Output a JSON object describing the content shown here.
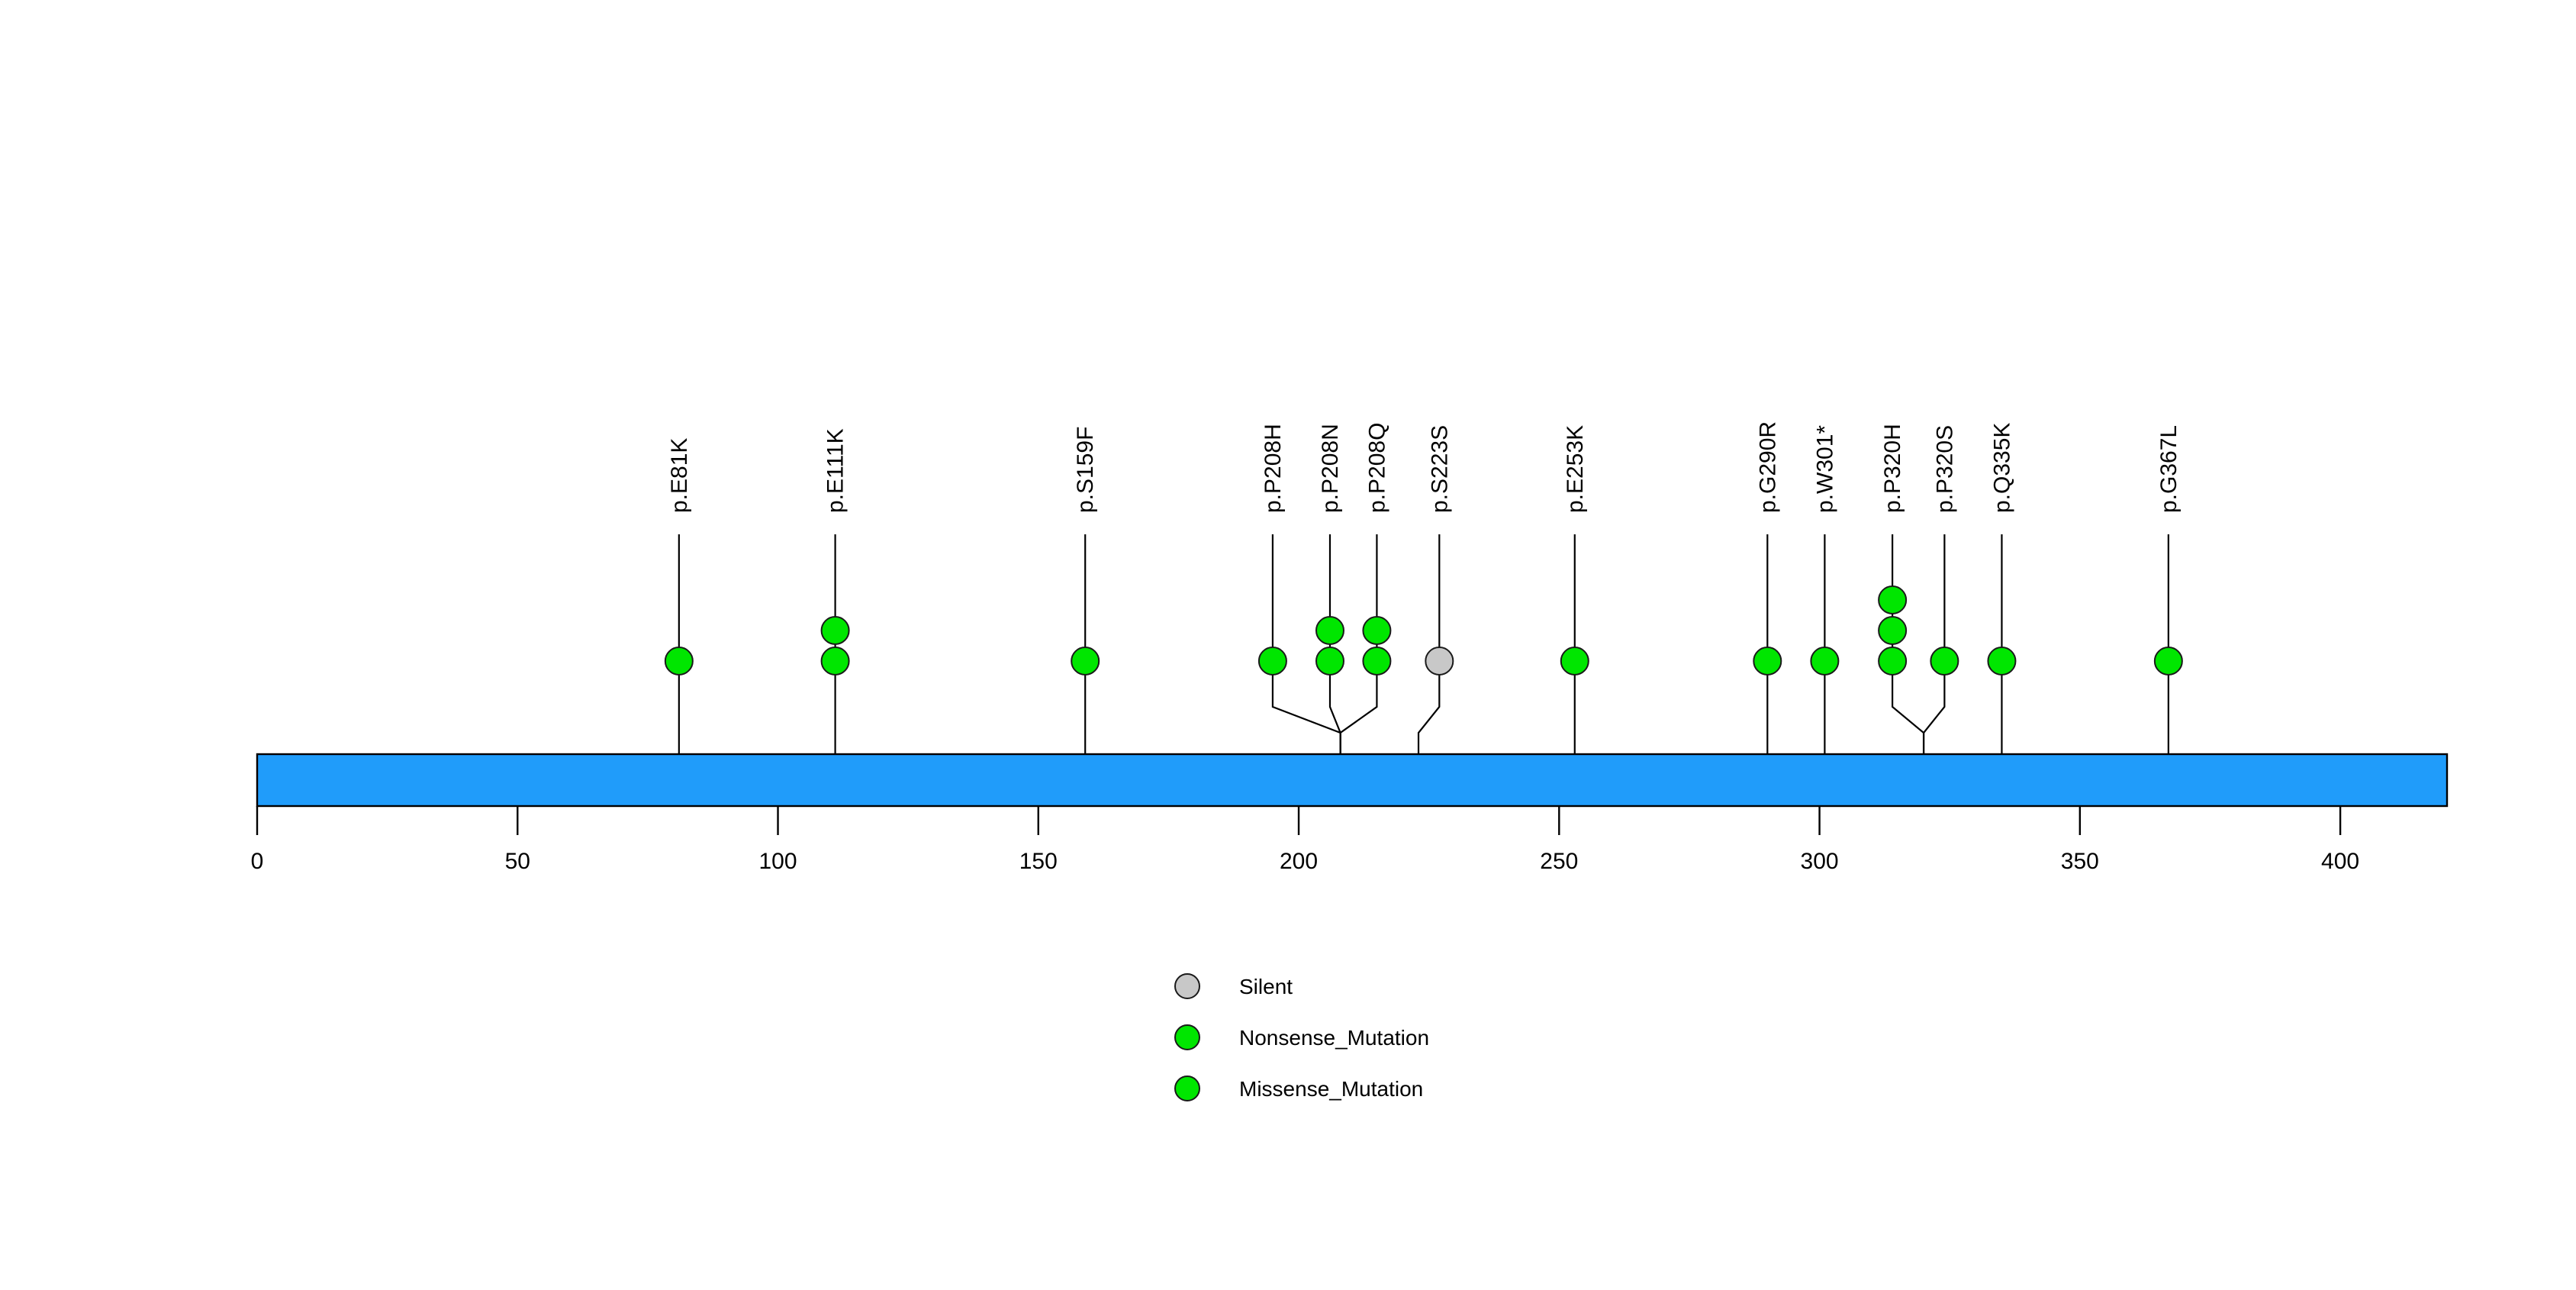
{
  "chart_data": {
    "type": "lollipop",
    "title": "",
    "xlabel": "",
    "ylabel": "",
    "xlim": [
      0,
      420.5
    ],
    "ticks": [
      0,
      50,
      100,
      150,
      200,
      250,
      300,
      350,
      400
    ],
    "tick_labels": [
      "0",
      "50",
      "100",
      "150",
      "200",
      "250",
      "300",
      "350",
      "400"
    ],
    "grid": false,
    "protein_bar": {
      "name": "protein-domain-bar",
      "start": 0,
      "end": 420.5,
      "color": "#209CFA",
      "border_color": "#000000"
    },
    "colors": {
      "silent": "#C8C8C8",
      "nonsense": "#00E600",
      "missense": "#00E600",
      "bar": "#209CFA",
      "stem": "#000000"
    },
    "mutations": [
      {
        "label": "p.E81K",
        "position": 81,
        "count": 1,
        "class": "Missense_Mutation",
        "color": "#00E600",
        "label_x": 81,
        "cluster": false
      },
      {
        "label": "p.E111K",
        "position": 111,
        "count": 2,
        "class": "Missense_Mutation",
        "color": "#00E600",
        "label_x": 111,
        "cluster": false
      },
      {
        "label": "p.S159F",
        "position": 159,
        "count": 1,
        "class": "Missense_Mutation",
        "color": "#00E600",
        "label_x": 159,
        "cluster": false
      },
      {
        "label": "p.P208H",
        "position": 208,
        "count": 1,
        "class": "Missense_Mutation",
        "color": "#00E600",
        "label_x": 195,
        "cluster": true
      },
      {
        "label": "p.P208N",
        "position": 208,
        "count": 2,
        "class": "Missense_Mutation",
        "color": "#00E600",
        "label_x": 206,
        "cluster": true
      },
      {
        "label": "p.P208Q",
        "position": 208,
        "count": 2,
        "class": "Missense_Mutation",
        "color": "#00E600",
        "label_x": 215,
        "cluster": true
      },
      {
        "label": "p.S223S",
        "position": 223,
        "count": 1,
        "class": "Silent",
        "color": "#C8C8C8",
        "label_x": 227,
        "cluster": true
      },
      {
        "label": "p.E253K",
        "position": 253,
        "count": 1,
        "class": "Missense_Mutation",
        "color": "#00E600",
        "label_x": 253,
        "cluster": false
      },
      {
        "label": "p.G290R",
        "position": 290,
        "count": 1,
        "class": "Missense_Mutation",
        "color": "#00E600",
        "label_x": 290,
        "cluster": false
      },
      {
        "label": "p.W301*",
        "position": 301,
        "count": 1,
        "class": "Nonsense_Mutation",
        "color": "#00E600",
        "label_x": 301,
        "cluster": false
      },
      {
        "label": "p.P320H",
        "position": 320,
        "count": 3,
        "class": "Missense_Mutation",
        "color": "#00E600",
        "label_x": 314,
        "cluster": true
      },
      {
        "label": "p.P320S",
        "position": 320,
        "count": 1,
        "class": "Missense_Mutation",
        "color": "#00E600",
        "label_x": 324,
        "cluster": true
      },
      {
        "label": "p.Q335K",
        "position": 335,
        "count": 1,
        "class": "Missense_Mutation",
        "color": "#00E600",
        "label_x": 335,
        "cluster": false
      },
      {
        "label": "p.G367L",
        "position": 367,
        "count": 1,
        "class": "Missense_Mutation",
        "color": "#00E600",
        "label_x": 367,
        "cluster": false
      }
    ],
    "legend": {
      "position": "bottom-center",
      "entries": [
        {
          "label": "Silent",
          "color": "#C8C8C8"
        },
        {
          "label": "Nonsense_Mutation",
          "color": "#00E600"
        },
        {
          "label": "Missense_Mutation",
          "color": "#00E600"
        }
      ]
    }
  }
}
